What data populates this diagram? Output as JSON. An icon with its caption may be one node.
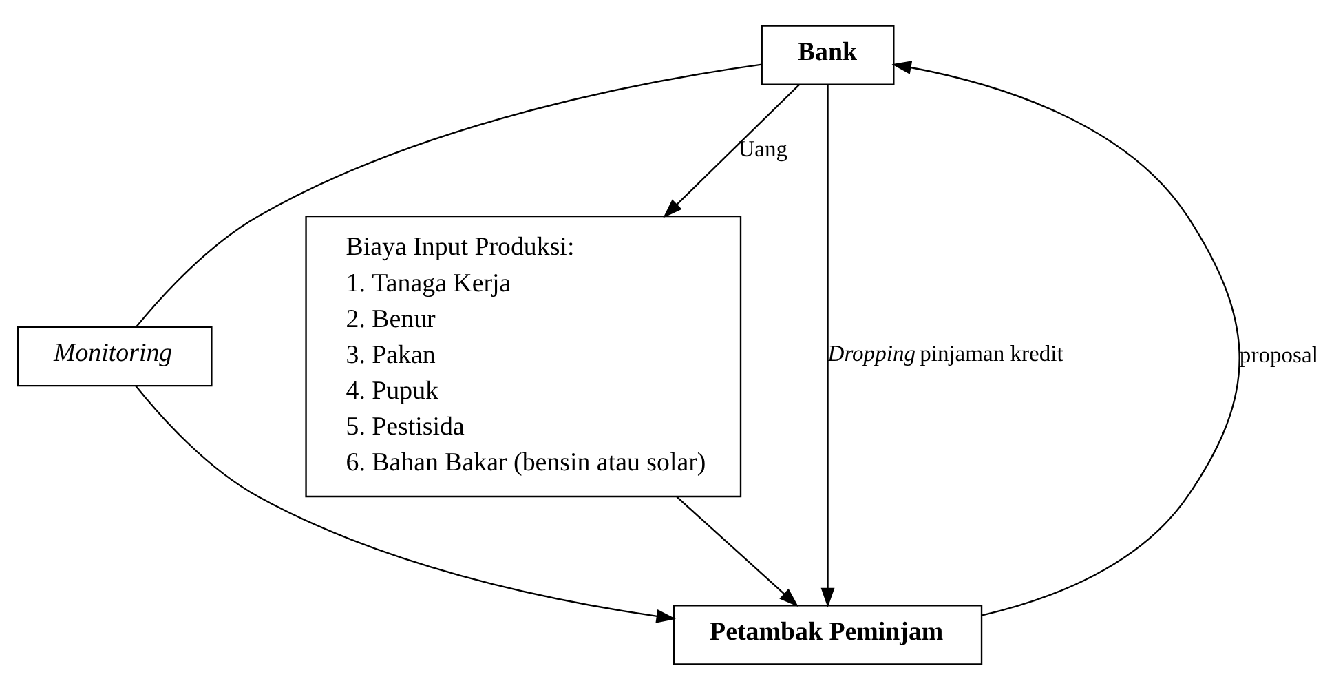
{
  "diagram": {
    "nodes": [
      {
        "text": [
          "Bank"
        ]
      },
      {
        "text": [
          "Monitoring"
        ]
      },
      {
        "text": [
          "Biaya Input Produksi:",
          "1. Tanaga Kerja",
          "2. Benur",
          "3. Pakan",
          "4. Pupuk",
          "5. Pestisida",
          "6. Bahan Bakar (bensin atau solar)"
        ]
      },
      {
        "text": [
          "Petambak Peminjam"
        ]
      }
    ],
    "edges": [
      {
        "from": 0,
        "to": 1,
        "arrow": "none"
      },
      {
        "from": 1,
        "to": 3,
        "arrow": "to"
      },
      {
        "from": 3,
        "to": 0,
        "arrow": "to",
        "label": "proposal"
      },
      {
        "from": 0,
        "to": 3,
        "arrow": "to",
        "label": "*Dropping* pinjaman kredit"
      },
      {
        "from": 0,
        "to": 2,
        "arrow": "to",
        "label": "Uang"
      },
      {
        "from": 2,
        "to": 3,
        "arrow": "to"
      }
    ]
  }
}
